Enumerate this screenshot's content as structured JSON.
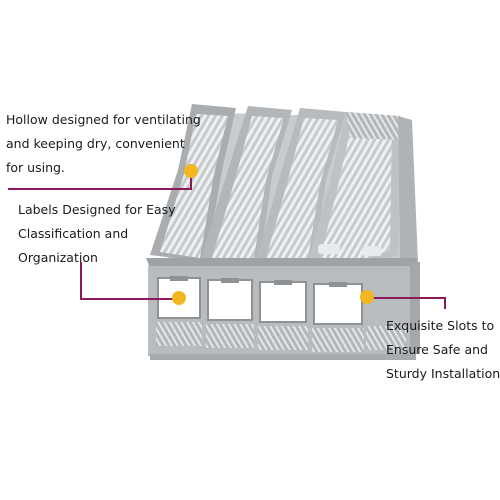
{
  "callouts": {
    "hollow": {
      "lines": [
        "Hollow designed for ventilating",
        "and keeping dry, convenient",
        "for using."
      ]
    },
    "labels": {
      "lines": [
        "Labels Designed for Easy",
        "Classification and",
        "Organization"
      ]
    },
    "slots": {
      "lines": [
        "Exquisite Slots to",
        "Ensure Safe and",
        "Sturdy Installation"
      ]
    }
  },
  "colors": {
    "connector": "#8b1a5a",
    "marker": "#f2b61f",
    "organizer": "#b9bcbe"
  },
  "product": {
    "compartments": 4
  }
}
